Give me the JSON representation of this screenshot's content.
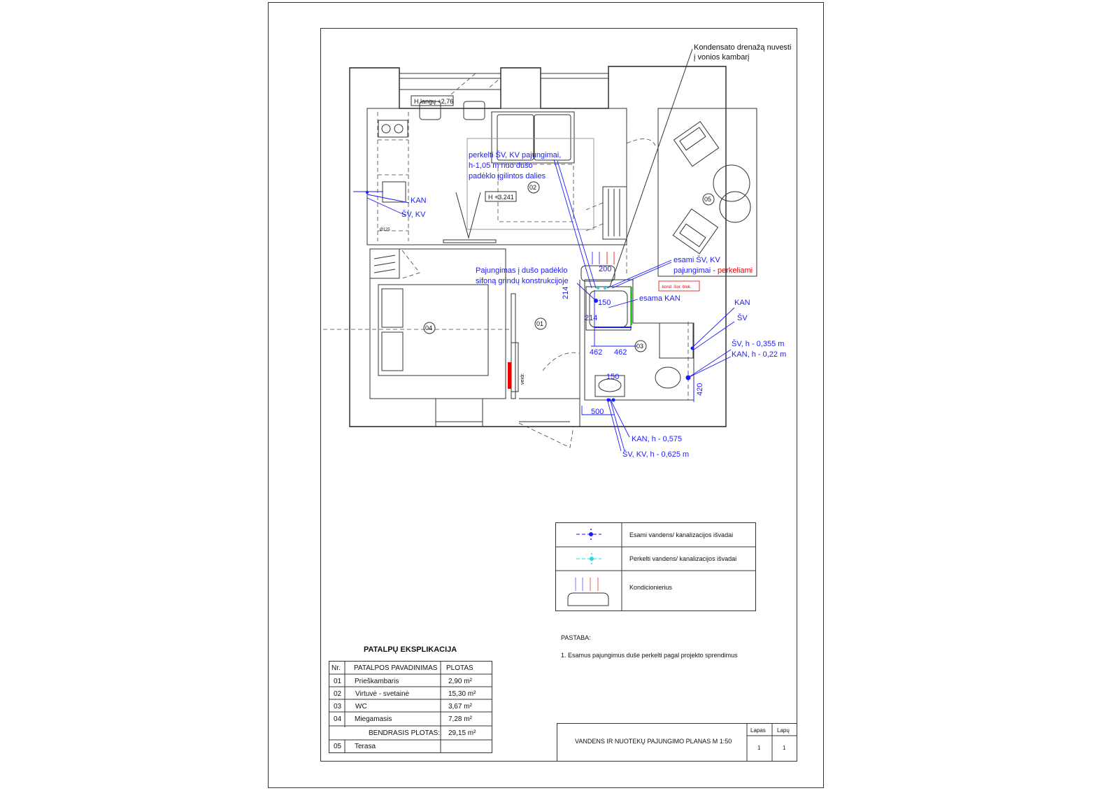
{
  "annotations": {
    "condensate_line1": "Kondensato drenažą nuvesti",
    "condensate_line2": "į vonios kambarį",
    "window_height": "H langų +2,76",
    "ceiling_height": "H +3.241",
    "move_sv_kv_line1": "perkelti ŠV, KV pajungimai,",
    "move_sv_kv_line2": "h-1,05 m nuo dušo",
    "move_sv_kv_line3": "padėklo įgilintos dalies",
    "kitchen_kan": "KAN",
    "kitchen_sv_kv": "ŠV, KV",
    "vent": "Ø125",
    "shower_conn_line1": "Pajungimas į dušo padėklo",
    "shower_conn_line2": "sifoną grindų konstrukcijoje",
    "existing_line1": "esami ŠV, KV",
    "existing_line2_blue": "pajungimai - ",
    "existing_line2_red": "perkeliami",
    "ac_outdoor": "kond. išor. blok.",
    "existing_kan": "esama KAN",
    "wc_kan": "KAN",
    "wc_sv": "ŠV",
    "wc_sv_h": "ŠV, h - 0,355 m",
    "wc_kan_h": "KAN, h - 0,22 m",
    "sink_kan_h": "KAN, h - 0,575",
    "sink_sv_kv_h": "ŠV, KV, h - 0,625 m",
    "mirror": "veidr."
  },
  "dimensions": {
    "d200": "200",
    "d214a": "214",
    "d150a": "150",
    "d214b": "214",
    "d462a": "462",
    "d462b": "462",
    "d150b": "150",
    "d500": "500",
    "d420": "420"
  },
  "room_tags": [
    "01",
    "02",
    "03",
    "04",
    "05"
  ],
  "legend": [
    {
      "icon": "existing-outlet-icon",
      "label": "Esami vandens/ kanalizacijos išvadai",
      "color": "#1a1aff"
    },
    {
      "icon": "moved-outlet-icon",
      "label": "Perkelti vandens/ kanalizacijos išvadai",
      "color": "#22dddd"
    },
    {
      "icon": "air-conditioner-icon",
      "label": "Kondicionierius"
    }
  ],
  "note": {
    "title": "PASTABA:",
    "text": "1. Esamus pajungimus duše perkelti pagal projekto sprendimus"
  },
  "explication": {
    "title": "PATALPŲ EKSPLIKACIJA",
    "headers": [
      "Nr.",
      "PATALPOS PAVADINIMAS",
      "PLOTAS"
    ],
    "rows": [
      [
        "01",
        "Prieškambaris",
        "2,90 m²"
      ],
      [
        "02",
        "Virtuvė - svetainė",
        "15,30 m²"
      ],
      [
        "03",
        "WC",
        "3,67 m²"
      ],
      [
        "04",
        "Miegamasis",
        "7,28 m²"
      ]
    ],
    "total_label": "BENDRASIS PLOTAS:",
    "total_value": "29,15 m²",
    "extra_row": [
      "05",
      "Terasa",
      ""
    ]
  },
  "title_block": {
    "title": "VANDENS IR NUOTEKŲ PAJUNGIMO PLANAS  M 1:50",
    "sheet_label": "Lapas",
    "sheets_label": "Lapų",
    "sheet": "1",
    "sheets": "1"
  }
}
